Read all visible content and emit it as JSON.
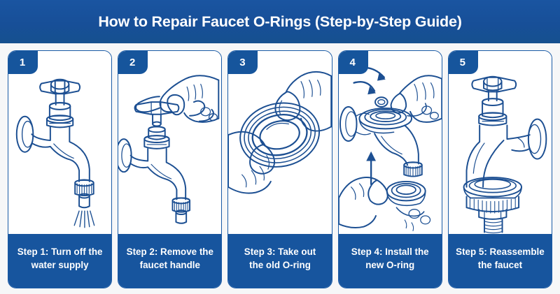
{
  "header": {
    "title": "How to Repair Faucet O-Rings (Step-by-Step Guide)",
    "background_color": "#18519c",
    "text_color": "#ffffff"
  },
  "theme": {
    "page_background": "#f6f7f8",
    "accent_blue": "#16559c",
    "line_art_stroke": "#1c4f92",
    "card_background": "#ffffff",
    "card_border": "#1a5ba6",
    "caption_background": "#17559e",
    "caption_text": "#ffffff"
  },
  "cards": [
    {
      "badge": "1",
      "caption": "Step 1: Turn off the water supply",
      "caption_line1": "Step 1: Turn off the",
      "caption_line2": "water supply",
      "illustration_name": "faucet-with-running-water-illustration",
      "illustration_description": "Line-art wall faucet with cross handle, spout and aerator, water spraying out of the nozzle"
    },
    {
      "badge": "2",
      "caption": "Step 2: Remove the faucet handle",
      "caption_line1": "Step 2: Remove the",
      "caption_line2": "faucet handle",
      "illustration_name": "hand-removing-faucet-handle-illustration",
      "illustration_description": "Line-art hand gripping and lifting the cross handle off the top of a wall faucet"
    },
    {
      "badge": "3",
      "caption": "Step 3: Take out the old O-ring",
      "caption_line1": "Step 3: Take out",
      "caption_line2": "the old O-ring",
      "illustration_name": "hands-holding-o-ring-illustration",
      "illustration_description": "Line-art close-up of two fingers pinching and pulling a rubber O-ring out"
    },
    {
      "badge": "4",
      "caption": "Step 4: Install the new O-ring",
      "caption_line1": "Step 4: Install the",
      "caption_line2": "new O-ring",
      "illustration_name": "installing-new-o-ring-illustration",
      "illustration_description": "Line-art hands fitting a new O-ring onto a faucet body, with two curved arrows pointing down from above and one straight arrow pointing up from below"
    },
    {
      "badge": "5",
      "caption": "Step 5: Reassemble the faucet",
      "caption_line1": "Step 5: Reassemble",
      "caption_line2": "the faucet",
      "illustration_name": "reassembled-faucet-illustration",
      "illustration_description": "Line-art fully reassembled faucet with cross handle, wall flange, large knurled nut and threaded shank"
    }
  ]
}
